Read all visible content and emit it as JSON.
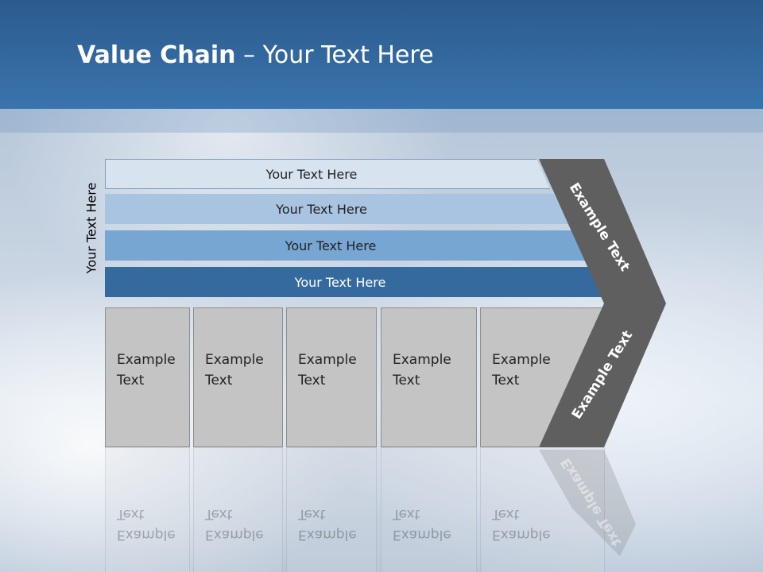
{
  "slide": {
    "title_bold": "Value Chain",
    "title_rest": " – Your Text Here",
    "side_label": "Your Text Here"
  },
  "bars": [
    {
      "label": "Your Text Here"
    },
    {
      "label": "Your Text Here"
    },
    {
      "label": "Your Text Here"
    },
    {
      "label": "Your Text Here"
    }
  ],
  "boxes": [
    {
      "line1": "Example",
      "line2": "Text"
    },
    {
      "line1": "Example",
      "line2": "Text"
    },
    {
      "line1": "Example",
      "line2": "Text"
    },
    {
      "line1": "Example",
      "line2": "Text"
    },
    {
      "line1": "Example",
      "line2": "Text"
    }
  ],
  "arrow": {
    "top_text": "Example Text",
    "bottom_text": "Example Text"
  },
  "colors": {
    "header": "#2b5b8d",
    "arrow": "#5f5f5f",
    "bar_light": "#d7e4f0",
    "bar_dark": "#356a9f",
    "box": "#c4c4c4"
  }
}
